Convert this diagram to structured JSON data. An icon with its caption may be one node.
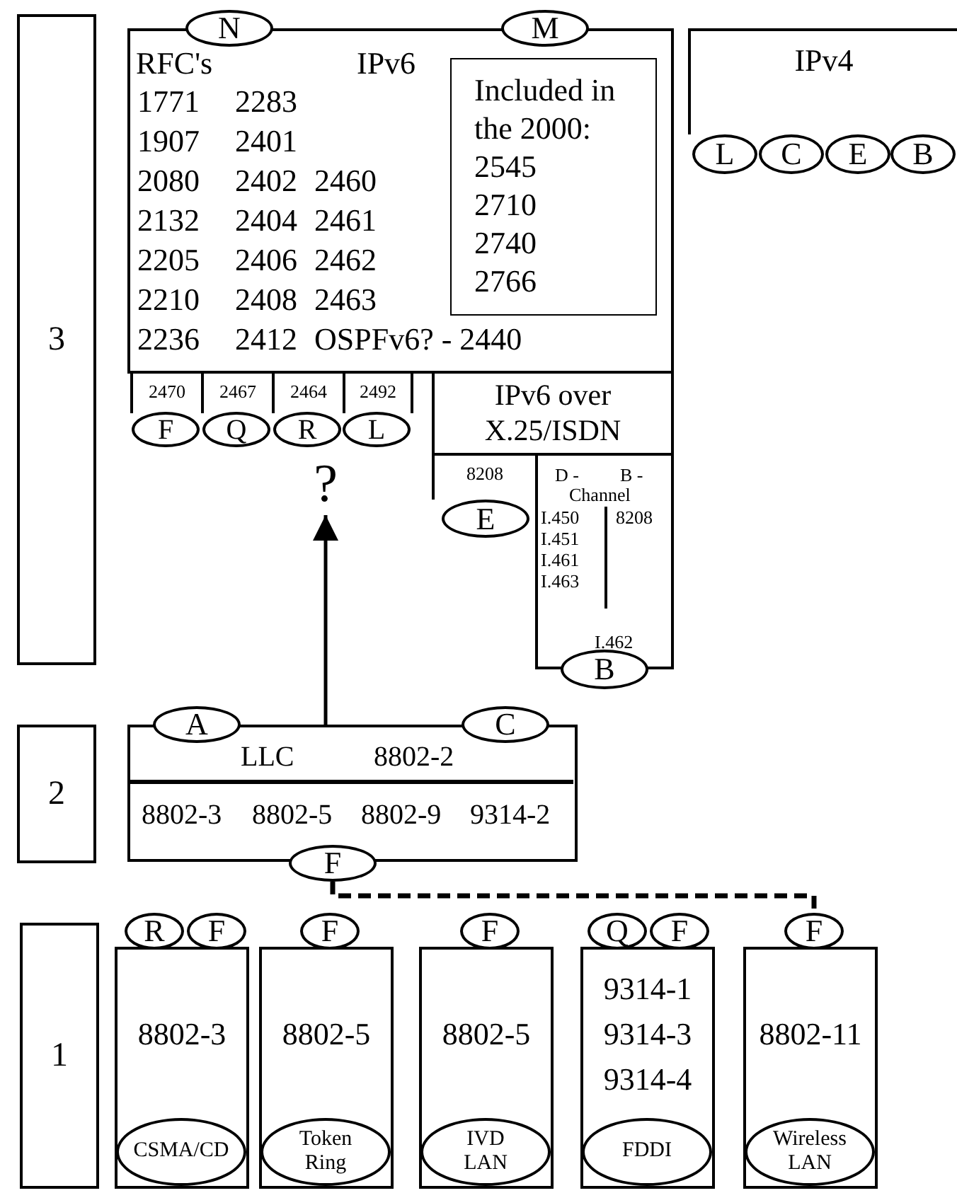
{
  "diagram": {
    "nodes": [
      {
        "text": [
          "3"
        ]
      },
      {
        "text": [
          "RFC's",
          "IPv6",
          "1771",
          "2283",
          "1907",
          "2401",
          "2080",
          "2402",
          "2460",
          "2132",
          "2404",
          "2461",
          "2205",
          "2406",
          "2462",
          "2210",
          "2408",
          "2463",
          "2236",
          "2412",
          "OSPFv6? - 2440"
        ]
      },
      {
        "text": [
          "N"
        ]
      },
      {
        "text": [
          "M"
        ]
      },
      {
        "text": [
          "Included in the 2000:",
          "2545",
          "2710",
          "2740",
          "2766"
        ],
        "in": 1
      },
      {
        "text": [
          "2470"
        ]
      },
      {
        "text": [
          "F"
        ]
      },
      {
        "text": [
          "2467"
        ]
      },
      {
        "text": [
          "Q"
        ]
      },
      {
        "text": [
          "2464"
        ]
      },
      {
        "text": [
          "R"
        ]
      },
      {
        "text": [
          "2492"
        ]
      },
      {
        "text": [
          "L"
        ]
      },
      {
        "text": [
          "IPv6 over X.25/ISDN"
        ]
      },
      {
        "text": [
          "8208"
        ]
      },
      {
        "text": [
          "E"
        ]
      },
      {
        "text": [
          "D -",
          "B -",
          "Channel",
          "I.450",
          "8208",
          "I.451",
          "I.461",
          "I.463",
          "I.462"
        ]
      },
      {
        "text": [
          "B"
        ]
      },
      {
        "text": [
          "IPv4"
        ]
      },
      {
        "text": [
          "L"
        ]
      },
      {
        "text": [
          "C"
        ]
      },
      {
        "text": [
          "E"
        ]
      },
      {
        "text": [
          "B"
        ]
      },
      {
        "text": [
          "?"
        ]
      },
      {
        "text": [
          "2"
        ]
      },
      {
        "text": [
          "LLC",
          "8802-2",
          "8802-3",
          "8802-5",
          "8802-9",
          "9314-2"
        ]
      },
      {
        "text": [
          "A"
        ]
      },
      {
        "text": [
          "C"
        ]
      },
      {
        "text": [
          "F"
        ]
      },
      {
        "text": [
          "1"
        ]
      },
      {
        "text": [
          "8802-3"
        ]
      },
      {
        "text": [
          "R"
        ]
      },
      {
        "text": [
          "F"
        ]
      },
      {
        "text": [
          "CSMA/CD"
        ],
        "in": 30
      },
      {
        "text": [
          "8802-5"
        ]
      },
      {
        "text": [
          "F"
        ]
      },
      {
        "text": [
          "Token Ring"
        ],
        "in": 34
      },
      {
        "text": [
          "8802-5"
        ]
      },
      {
        "text": [
          "F"
        ]
      },
      {
        "text": [
          "IVD LAN"
        ],
        "in": 37
      },
      {
        "text": [
          "9314-1",
          "9314-3",
          "9314-4"
        ]
      },
      {
        "text": [
          "Q"
        ]
      },
      {
        "text": [
          "F"
        ]
      },
      {
        "text": [
          "FDDI"
        ],
        "in": 40
      },
      {
        "text": [
          "8802-11"
        ]
      },
      {
        "text": [
          "F"
        ]
      },
      {
        "text": [
          "Wireless LAN"
        ],
        "in": 44
      }
    ],
    "edges": [
      {
        "from": 25,
        "to": 23,
        "arrow": "to"
      },
      {
        "from": 28,
        "to": 45,
        "arrow": "none",
        "style": "dashed"
      }
    ]
  }
}
